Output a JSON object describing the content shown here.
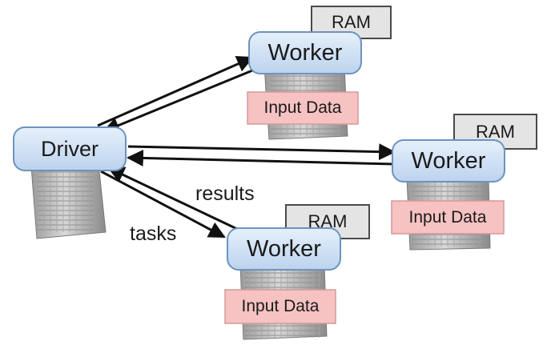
{
  "driver": {
    "label": "Driver"
  },
  "workers": [
    {
      "label": "Worker",
      "ram_label": "RAM",
      "input_label": "Input Data"
    },
    {
      "label": "Worker",
      "ram_label": "RAM",
      "input_label": "Input Data"
    },
    {
      "label": "Worker",
      "ram_label": "RAM",
      "input_label": "Input Data"
    }
  ],
  "edge_labels": {
    "results": "results",
    "tasks": "tasks"
  },
  "colors": {
    "box_fill": "#d2e3f6",
    "box_stroke": "#6d93bf",
    "ram_fill": "#e4e4e4",
    "ram_stroke": "#4a4a4a",
    "input_fill": "#f6c2c2",
    "input_stroke": "#d49a9a",
    "server_body": "#cfcfcf",
    "arrow": "#111111"
  }
}
